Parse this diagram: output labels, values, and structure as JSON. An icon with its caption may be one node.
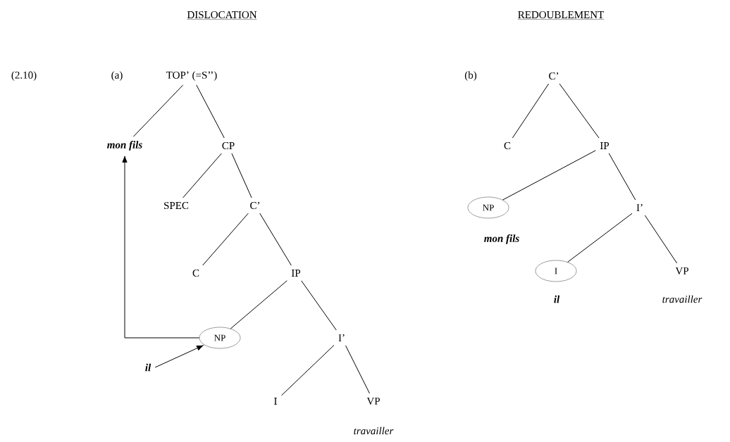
{
  "diagram": {
    "nodes": [
      {
        "text": [
          "TOP’ (=S’’)"
        ]
      },
      {
        "text": [
          "mon fils"
        ]
      },
      {
        "text": [
          "CP"
        ]
      },
      {
        "text": [
          "SPEC"
        ]
      },
      {
        "text": [
          "C’"
        ]
      },
      {
        "text": [
          "C"
        ]
      },
      {
        "text": [
          "IP"
        ]
      },
      {
        "text": [
          "NP"
        ]
      },
      {
        "text": [
          "I’"
        ]
      },
      {
        "text": [
          "I"
        ]
      },
      {
        "text": [
          "VP"
        ],
        "beside": [
          "travailler"
        ]
      },
      {
        "text": [
          "il"
        ]
      },
      {
        "text": [
          "C’"
        ]
      },
      {
        "text": [
          "C"
        ]
      },
      {
        "text": [
          "IP"
        ]
      },
      {
        "text": [
          "NP"
        ],
        "beside": [
          "mon fils"
        ]
      },
      {
        "text": [
          "I’"
        ]
      },
      {
        "text": [
          "I"
        ],
        "beside": [
          "il"
        ]
      },
      {
        "text": [
          "VP"
        ],
        "beside": [
          "travailler"
        ]
      }
    ],
    "edges": [
      {
        "from": 0,
        "to": 1,
        "arrow": "none"
      },
      {
        "from": 0,
        "to": 2,
        "arrow": "none"
      },
      {
        "from": 2,
        "to": 3,
        "arrow": "none"
      },
      {
        "from": 2,
        "to": 4,
        "arrow": "none"
      },
      {
        "from": 4,
        "to": 5,
        "arrow": "none"
      },
      {
        "from": 4,
        "to": 6,
        "arrow": "none"
      },
      {
        "from": 6,
        "to": 7,
        "arrow": "none"
      },
      {
        "from": 6,
        "to": 8,
        "arrow": "none"
      },
      {
        "from": 8,
        "to": 9,
        "arrow": "none"
      },
      {
        "from": 8,
        "to": 10,
        "arrow": "none"
      },
      {
        "from": 7,
        "to": 1,
        "arrow": "to"
      },
      {
        "from": 11,
        "to": 7,
        "arrow": "to"
      },
      {
        "from": 12,
        "to": 13,
        "arrow": "none"
      },
      {
        "from": 12,
        "to": 14,
        "arrow": "none"
      },
      {
        "from": 14,
        "to": 15,
        "arrow": "none"
      },
      {
        "from": 14,
        "to": 16,
        "arrow": "none"
      },
      {
        "from": 16,
        "to": 17,
        "arrow": "none"
      },
      {
        "from": 16,
        "to": 18,
        "arrow": "none"
      }
    ],
    "labels": [
      "DISLOCATION",
      "REDOUBLEMENT",
      "(2.10)",
      "(a)",
      "(b)"
    ]
  }
}
